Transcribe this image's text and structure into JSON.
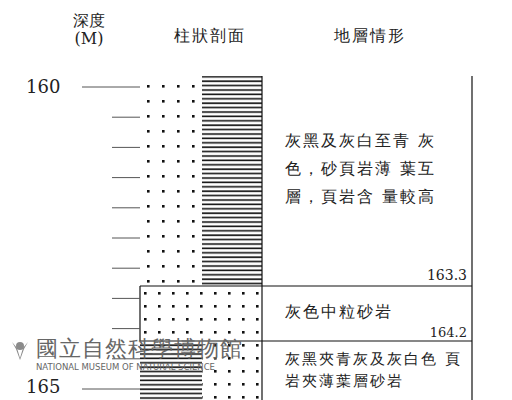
{
  "diagram": {
    "nodes": [
      {
        "text": [
          "灰黑及灰白至青 灰色，砂頁岩薄 葉互層，頁岩含 量較高",
          "163.3"
        ]
      },
      {
        "text": [
          "灰色中粒砂岩",
          "164.2"
        ]
      },
      {
        "text": [
          "灰黑夾青灰及灰白色 頁岩夾薄葉層砂岩"
        ]
      }
    ],
    "labels": [
      "深度 (M)",
      "柱狀剖面",
      "地層情形",
      "160",
      "165",
      "國立自然科學博物館",
      "NATIONAL MUSEUM OF NATURAL SCIENCE"
    ]
  }
}
